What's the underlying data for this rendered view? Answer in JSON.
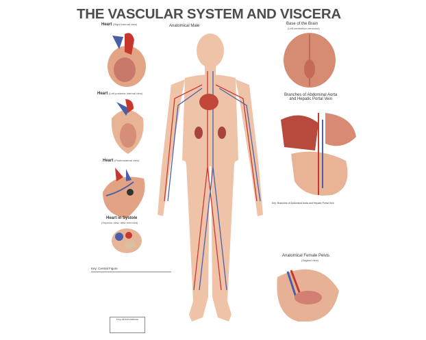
{
  "poster": {
    "title": "THE VASCULAR SYSTEM AND VISCERA",
    "sections": {
      "heart_right": {
        "title": "Heart",
        "subtitle": "(Right internal view)"
      },
      "heart_left": {
        "title": "Heart",
        "subtitle": "(Left posterior internal view)"
      },
      "heart_posterolateral": {
        "title": "Heart",
        "subtitle": "(Posterolateral view)"
      },
      "heart_systole": {
        "title": "Heart in Systole",
        "subtitle": "(Superior view, atria removed)"
      },
      "anatomical_male": {
        "title": "Anatomical Male"
      },
      "brain": {
        "title": "Base of the Brain",
        "subtitle": "(Left cerebellum removed)"
      },
      "abdominal": {
        "title": "Branches of Abdominal Aorta",
        "title2": "and Hepatic Portal Vein"
      },
      "abdominal_key": {
        "title": "Key: Branches of Abdominal Aorta and Hepatic Portal Vein"
      },
      "pelvis": {
        "title": "Anatomical Female Pelvis",
        "subtitle": "(Sagittal view)"
      },
      "central_key": {
        "title": "Key: Central Figure"
      },
      "abbreviations": {
        "title": "Key Abbreviations"
      }
    },
    "colors": {
      "artery": "#c8372d",
      "vein": "#4b5fa8",
      "tissue": "#e6a98c",
      "title": "#4d4d4f"
    }
  }
}
